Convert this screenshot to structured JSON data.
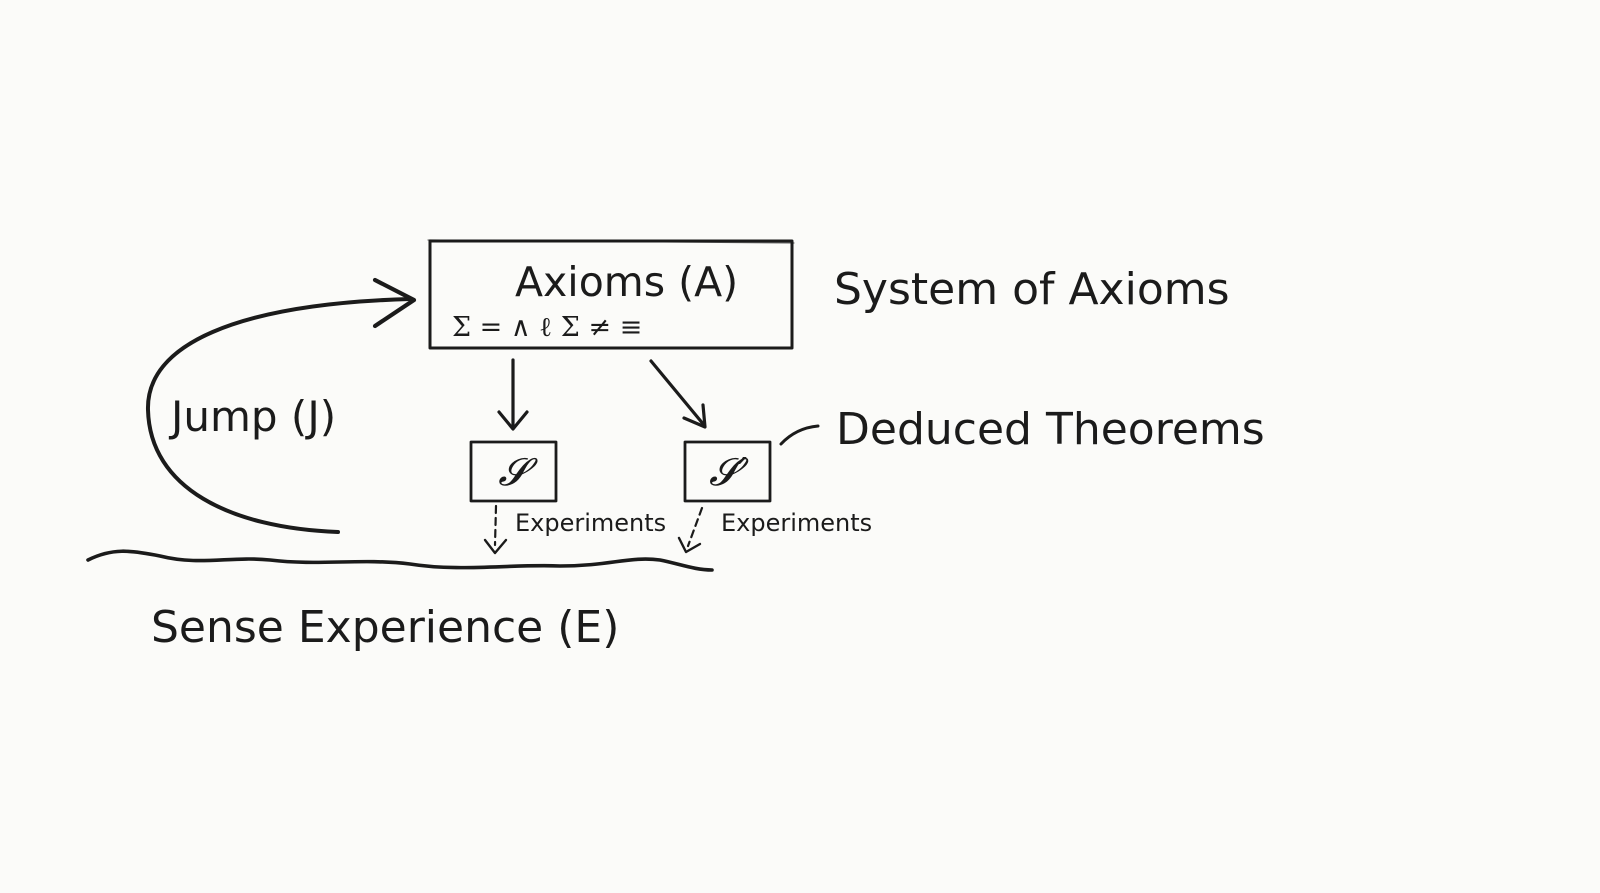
{
  "axioms_box": {
    "title": "Axioms (A)",
    "symbols": "Σ = ∧ ℓ Σ ≠ ≡"
  },
  "system_label": "System of Axioms",
  "theorems_label": "Deduced Theorems",
  "theorem_left": "𝓢",
  "theorem_right": "𝓢′",
  "experiments_left": "Experiments",
  "experiments_right": "Experiments",
  "jump_label": "Jump (J)",
  "sense_label": "Sense Experience (E)"
}
